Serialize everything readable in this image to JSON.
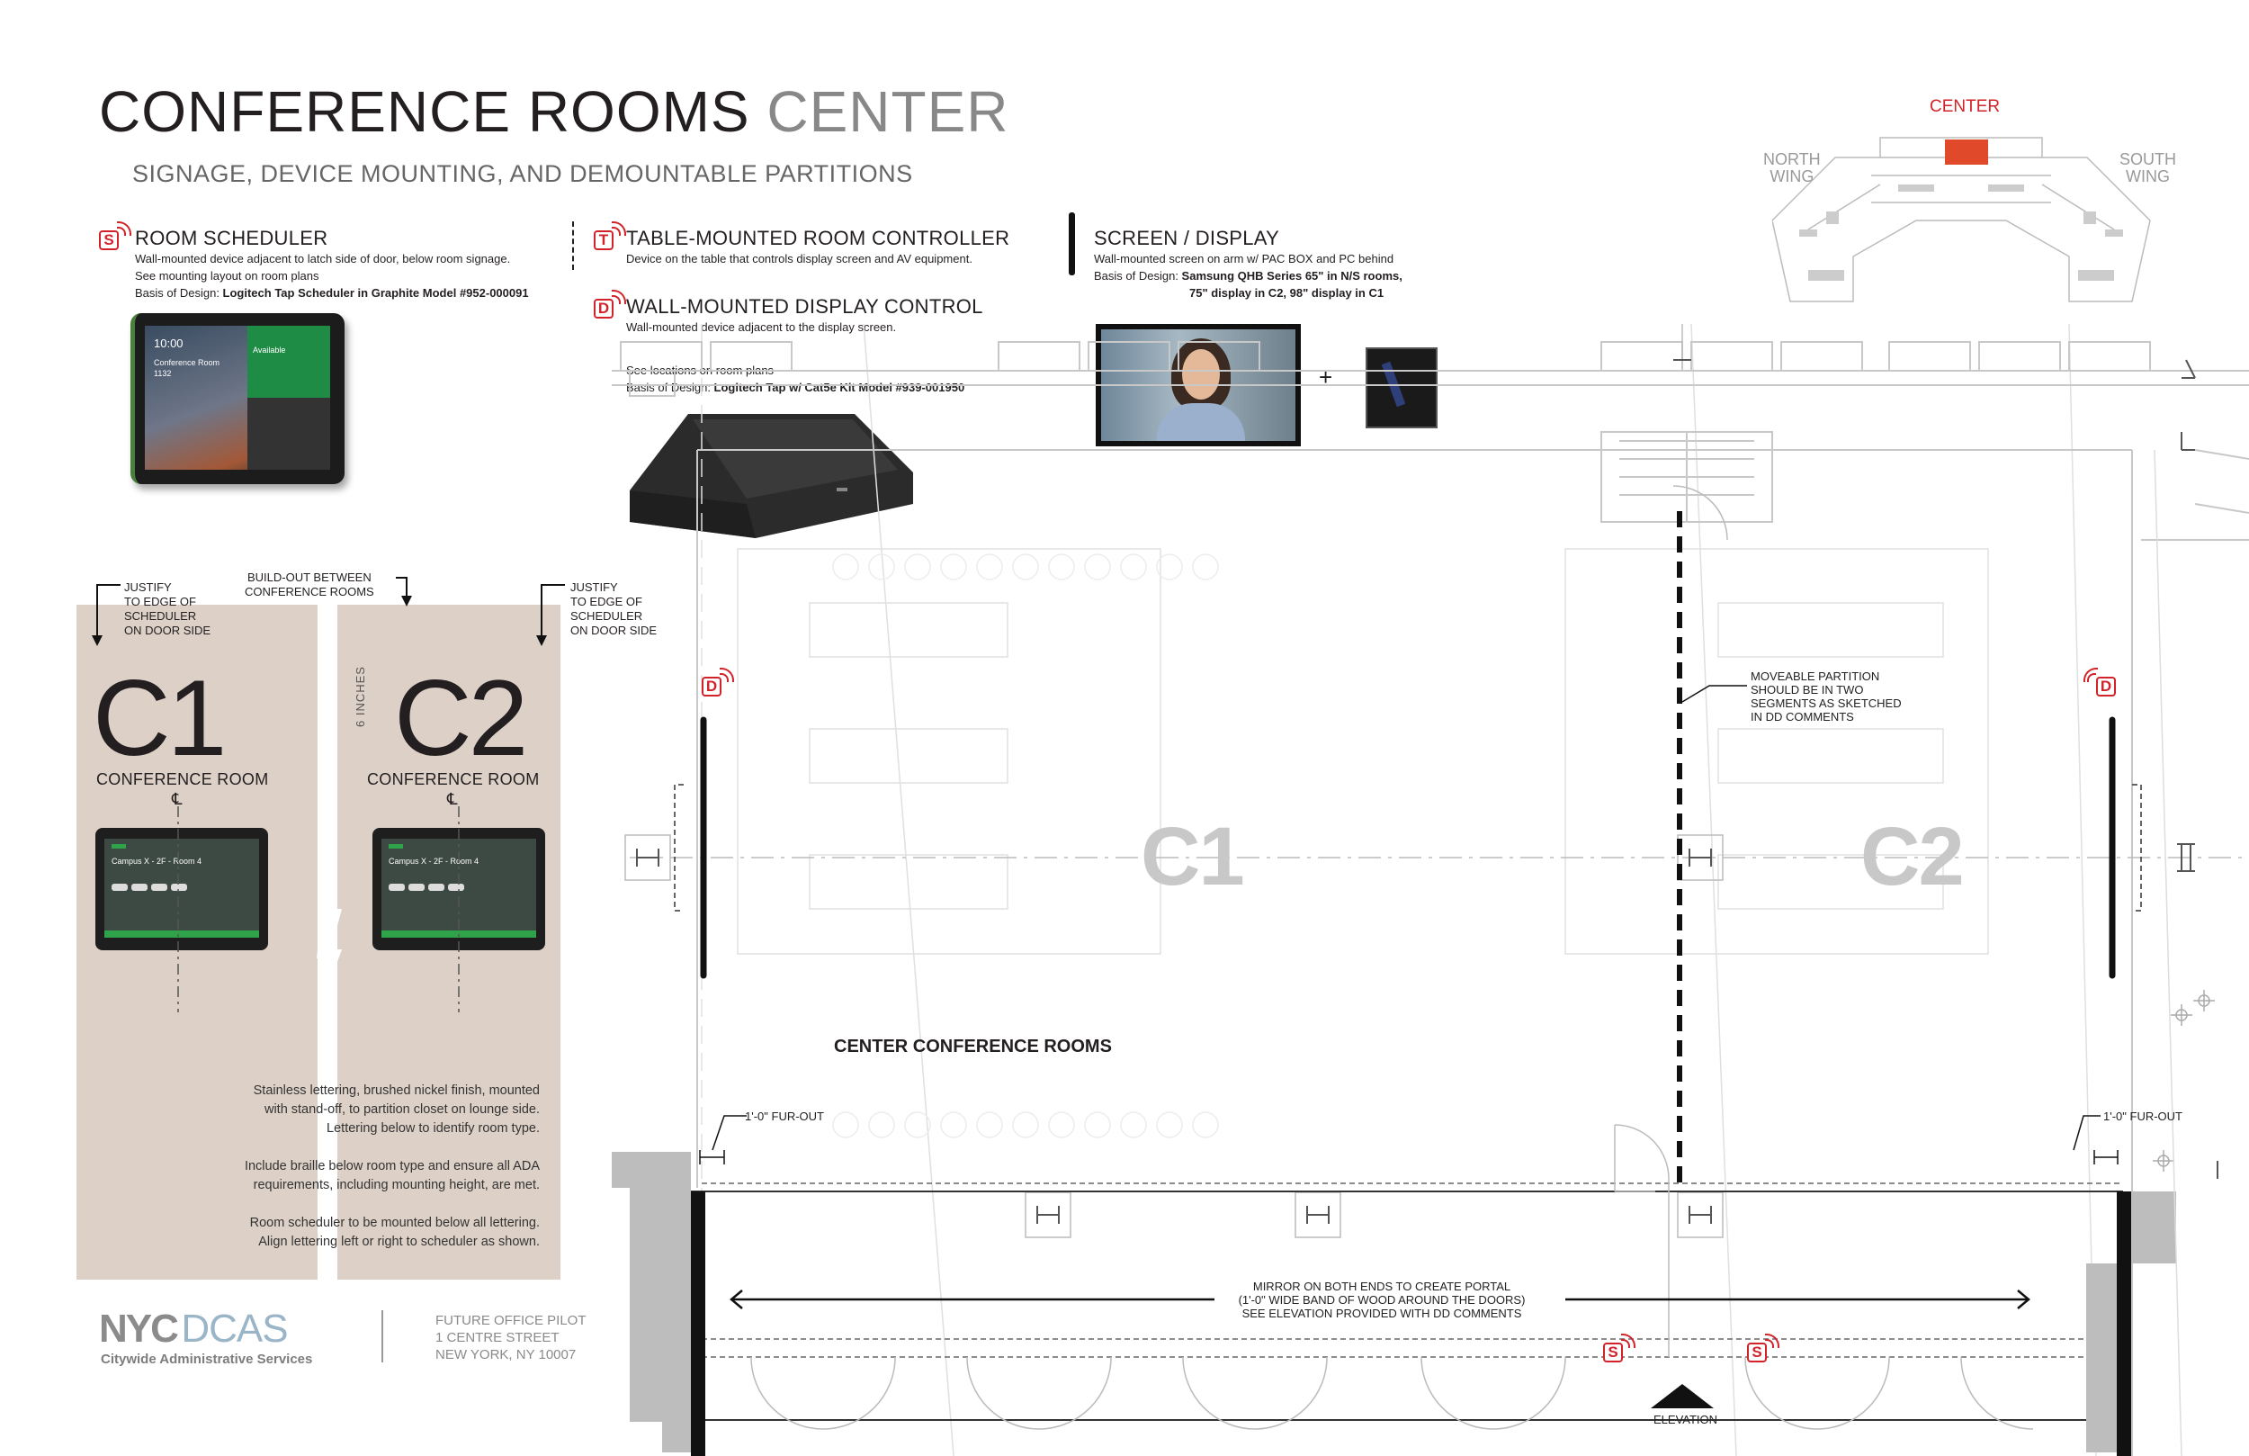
{
  "header": {
    "title_main": "CONFERENCE ROOMS",
    "title_accent": "CENTER",
    "subtitle": "SIGNAGE, DEVICE MOUNTING, AND DEMOUNTABLE PARTITIONS"
  },
  "colors": {
    "accent_red": "#d2232a",
    "panel": "#ddd0c7",
    "plan_line": "#bdbdbd"
  },
  "legend": {
    "room_scheduler": {
      "icon": "S",
      "title": "ROOM SCHEDULER",
      "desc1": "Wall-mounted device adjacent to latch side of door, below room signage.",
      "desc2": "See mounting layout on room plans",
      "desc3_prefix": "Basis of Design: ",
      "desc3_bold": "Logitech Tap Scheduler in Graphite Model #952-000091"
    },
    "table_controller": {
      "icon": "T",
      "title": "TABLE-MOUNTED ROOM CONTROLLER",
      "desc1": "Device on the table that controls display screen and AV equipment."
    },
    "display_control": {
      "icon": "D",
      "title": "WALL-MOUNTED DISPLAY CONTROL",
      "desc1": "Wall-mounted device adjacent to the display screen.",
      "desc2": "See locations on room plans",
      "desc3_prefix": "Basis of Design: ",
      "desc3_bold": "Logitech Tap w/ Cat5e Kit Model #939-001950"
    },
    "screen": {
      "title": "SCREEN / DISPLAY",
      "desc1": "Wall-mounted screen on arm w/ PAC BOX and PC behind",
      "desc2_prefix": "Basis of Design: ",
      "desc2_bold": "Samsung QHB Series 65\" in N/S rooms,",
      "desc3_bold": "75\" display in C2, 98\" display in C1"
    }
  },
  "scheduler_screen": {
    "time": "10:00",
    "room": "Conference Room",
    "number": "1132",
    "status": "Available"
  },
  "elevation": {
    "note_left": [
      "JUSTIFY",
      "TO EDGE OF",
      "SCHEDULER",
      "ON DOOR SIDE"
    ],
    "note_mid": [
      "BUILD-OUT BETWEEN",
      "CONFERENCE ROOMS"
    ],
    "note_right": [
      "JUSTIFY",
      "TO EDGE OF",
      "SCHEDULER",
      "ON DOOR SIDE"
    ],
    "dim_label": "6 INCHES",
    "rooms": [
      {
        "code": "C1",
        "label": "CONFERENCE ROOM",
        "tablet_text": "Campus X - 2F - Room 4"
      },
      {
        "code": "C2",
        "label": "CONFERENCE ROOM",
        "tablet_text": "Campus X - 2F - Room 4"
      }
    ],
    "centerline": "℄",
    "notes": [
      "Stainless lettering, brushed nickel finish, mounted",
      "with stand-off, to partition closet on lounge side.",
      "Lettering below to identify room type.",
      "",
      "Include braille below room type and ensure all ADA",
      "requirements, including mounting height, are met.",
      "",
      "Room scheduler to be mounted below all lettering.",
      "Align lettering left or right to scheduler as shown."
    ]
  },
  "footer": {
    "logo_nyc": "NYC",
    "logo_dcas": "DCAS",
    "logo_sub": "Citywide Administrative Services",
    "addr1": "FUTURE OFFICE PILOT",
    "addr2": "1 CENTRE STREET",
    "addr3": "NEW YORK, NY 10007"
  },
  "keyplan": {
    "center": "CENTER",
    "north1": "NORTH",
    "north2": "WING",
    "south1": "SOUTH",
    "south2": "WING"
  },
  "plan": {
    "room_c1": "C1",
    "room_c2": "C2",
    "label": "CENTER CONFERENCE ROOMS",
    "partition_note": [
      "MOVEABLE PARTITION",
      "SHOULD BE IN TWO",
      "SEGMENTS AS SKETCHED",
      "IN DD COMMENTS"
    ],
    "furout_left": "1'-0\" FUR-OUT",
    "furout_right": "1'-0\" FUR-OUT",
    "mirror_note": [
      "MIRROR ON BOTH ENDS TO CREATE PORTAL",
      "(1'-0\" WIDE BAND OF WOOD AROUND THE DOORS)",
      "SEE ELEVATION PROVIDED WITH DD COMMENTS"
    ],
    "elevation": "ELEVATION",
    "tag_d": "D",
    "tag_s": "S"
  }
}
